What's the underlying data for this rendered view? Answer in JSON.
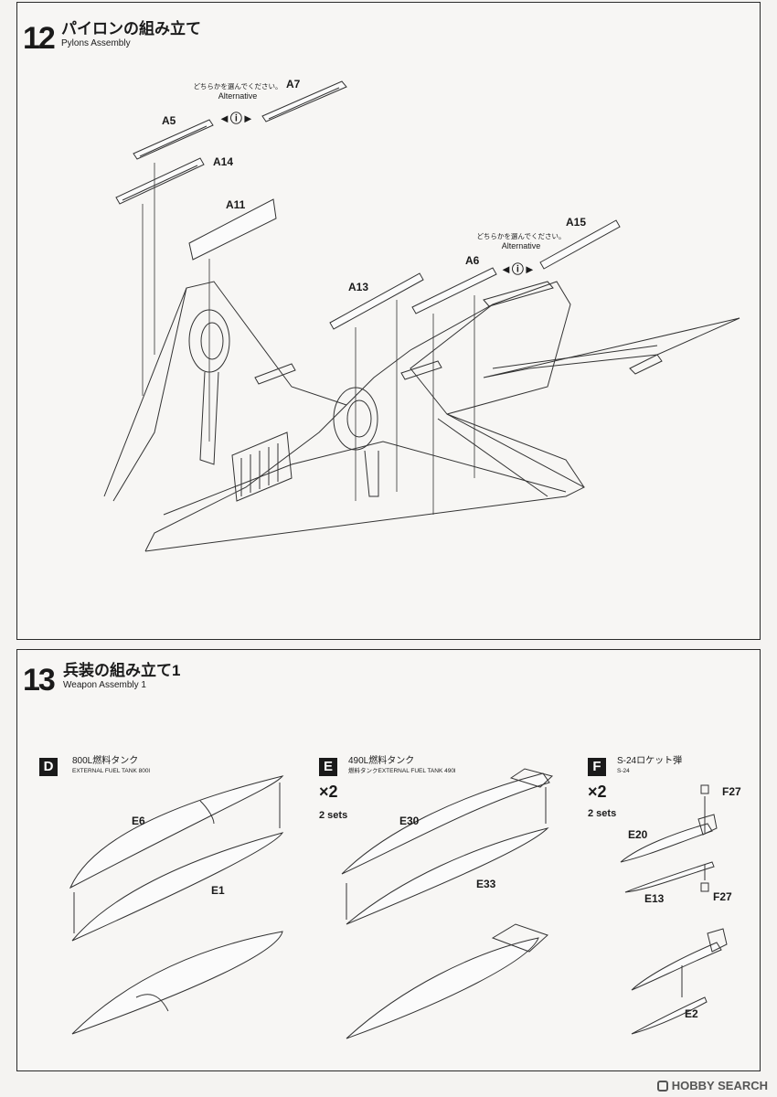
{
  "step12": {
    "number": "12",
    "title_jp": "パイロンの組み立て",
    "title_en": "Pylons Assembly",
    "alt_note_jp": "どちらかを選んでください。",
    "alt_note_en": "Alternative",
    "alt_symbol": "◄ⓘ►",
    "parts": {
      "a5": "A5",
      "a7": "A7",
      "a14": "A14",
      "a11": "A11",
      "a13": "A13",
      "a6": "A6",
      "a15": "A15"
    }
  },
  "step13": {
    "number": "13",
    "title_jp": "兵装の組み立て1",
    "title_en": "Weapon Assembly 1",
    "sections": {
      "d": {
        "badge": "D",
        "title_jp": "800L燃料タンク",
        "title_en": "EXTERNAL FUEL TANK 800l",
        "parts": [
          "E6",
          "E1"
        ]
      },
      "e": {
        "badge": "E",
        "title_jp": "490L燃料タンク",
        "title_en": "燃料タンクEXTERNAL FUEL TANK 490l",
        "multiplier": "×2",
        "sets": "2 sets",
        "parts": [
          "E30",
          "E33"
        ]
      },
      "f": {
        "badge": "F",
        "title_jp": "S-24ロケット弾",
        "title_en": "S-24",
        "multiplier": "×2",
        "sets": "2 sets",
        "parts": [
          "F27",
          "E20",
          "E13",
          "F27",
          "E2"
        ]
      }
    }
  },
  "watermark": {
    "text": "HOBBY SEARCH"
  }
}
